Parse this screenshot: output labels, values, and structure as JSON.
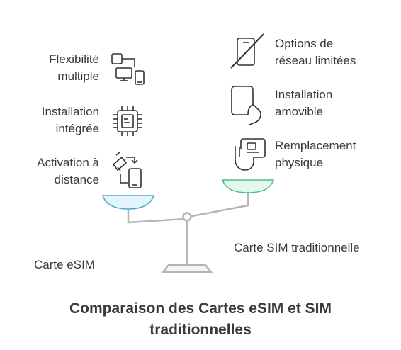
{
  "esim_features": [
    {
      "line1": "Flexibilité",
      "line2": "multiple",
      "icon": "devices-icon"
    },
    {
      "line1": "Installation",
      "line2": "intégrée",
      "icon": "chip-icon"
    },
    {
      "line1": "Activation à",
      "line2": "distance",
      "icon": "satellite-phone-icon"
    }
  ],
  "sim_features": [
    {
      "line1": "Options de",
      "line2": "réseau limitées",
      "icon": "no-phone-icon"
    },
    {
      "line1": "Installation",
      "line2": "amovible",
      "icon": "hand-card-icon"
    },
    {
      "line1": "Remplacement",
      "line2": "physique",
      "icon": "hand-sim-icon"
    }
  ],
  "left_label": "Carte eSIM",
  "right_label": "Carte SIM traditionnelle",
  "title": {
    "line1": "Comparaison des Cartes eSIM et SIM",
    "line2": "traditionnelles"
  },
  "colors": {
    "left_pan": "#e3f4fb",
    "left_pan_stroke": "#4aa9c9",
    "right_pan": "#e3f7ec",
    "right_pan_stroke": "#4cbb88",
    "scale": "#b5b5b5"
  }
}
